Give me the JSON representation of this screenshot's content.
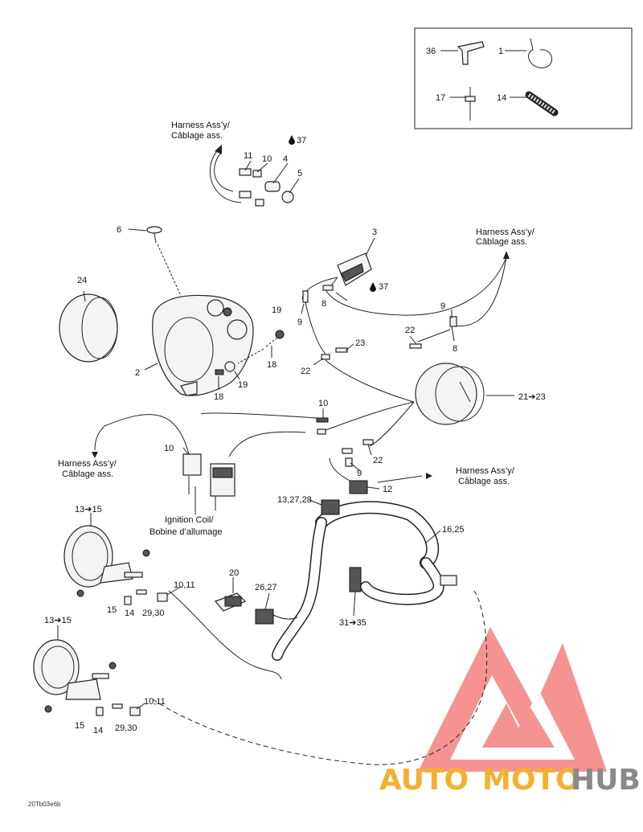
{
  "watermark": {
    "part1": "AUTO",
    "part2": "MOTO",
    "part3": "HUB"
  },
  "figure_ref": "20Tb03e6b",
  "labels": [
    {
      "id": "l36",
      "text": "36"
    },
    {
      "id": "l1",
      "text": "1"
    },
    {
      "id": "l17",
      "text": "17"
    },
    {
      "id": "l14a",
      "text": "14"
    },
    {
      "id": "harness1a",
      "text": "Harness Ass’y/"
    },
    {
      "id": "harness1b",
      "text": "Câblage ass."
    },
    {
      "id": "l11a",
      "text": "11"
    },
    {
      "id": "l10a",
      "text": "10"
    },
    {
      "id": "l4",
      "text": "4"
    },
    {
      "id": "l37a",
      "text": "37"
    },
    {
      "id": "l5",
      "text": "5"
    },
    {
      "id": "l6",
      "text": "6"
    },
    {
      "id": "l3",
      "text": "3"
    },
    {
      "id": "harness2a",
      "text": "Harness Ass’y/"
    },
    {
      "id": "harness2b",
      "text": "Câblage ass."
    },
    {
      "id": "l24",
      "text": "24"
    },
    {
      "id": "l37b",
      "text": "37"
    },
    {
      "id": "l8a",
      "text": "8"
    },
    {
      "id": "l19a",
      "text": "19"
    },
    {
      "id": "l9a",
      "text": "9"
    },
    {
      "id": "l9b",
      "text": "9"
    },
    {
      "id": "l22a",
      "text": "22"
    },
    {
      "id": "l23",
      "text": "23"
    },
    {
      "id": "l8b",
      "text": "8"
    },
    {
      "id": "l18a",
      "text": "18"
    },
    {
      "id": "l22b",
      "text": "22"
    },
    {
      "id": "l2",
      "text": "2"
    },
    {
      "id": "l19b",
      "text": "19"
    },
    {
      "id": "l18b",
      "text": "18"
    },
    {
      "id": "l21",
      "text": "21➔23"
    },
    {
      "id": "l10b",
      "text": "10"
    },
    {
      "id": "l10c",
      "text": "10"
    },
    {
      "id": "harness3a",
      "text": "Harness Ass’y/"
    },
    {
      "id": "harness3b",
      "text": "Câblage ass."
    },
    {
      "id": "l22c",
      "text": "22"
    },
    {
      "id": "l9c",
      "text": "9"
    },
    {
      "id": "harness4a",
      "text": "Harness Ass’y/"
    },
    {
      "id": "harness4b",
      "text": "Câblage ass."
    },
    {
      "id": "l13a",
      "text": "13,27,28"
    },
    {
      "id": "l12",
      "text": "12"
    },
    {
      "id": "coil1",
      "text": "Ignition Coil/"
    },
    {
      "id": "coil2",
      "text": "Bobine d’allumage"
    },
    {
      "id": "l13b",
      "text": "13➔15"
    },
    {
      "id": "l16",
      "text": "16,25"
    },
    {
      "id": "l20",
      "text": "20"
    },
    {
      "id": "l1011a",
      "text": "10,11"
    },
    {
      "id": "l2627",
      "text": "26,27"
    },
    {
      "id": "l15a",
      "text": "15"
    },
    {
      "id": "l14b",
      "text": "14"
    },
    {
      "id": "l2930a",
      "text": "29,30"
    },
    {
      "id": "l31",
      "text": "31➔35"
    },
    {
      "id": "l13c",
      "text": "13➔15"
    },
    {
      "id": "l1011b",
      "text": "10,11"
    },
    {
      "id": "l15b",
      "text": "15"
    },
    {
      "id": "l14c",
      "text": "14"
    },
    {
      "id": "l2930b",
      "text": "29,30"
    }
  ]
}
